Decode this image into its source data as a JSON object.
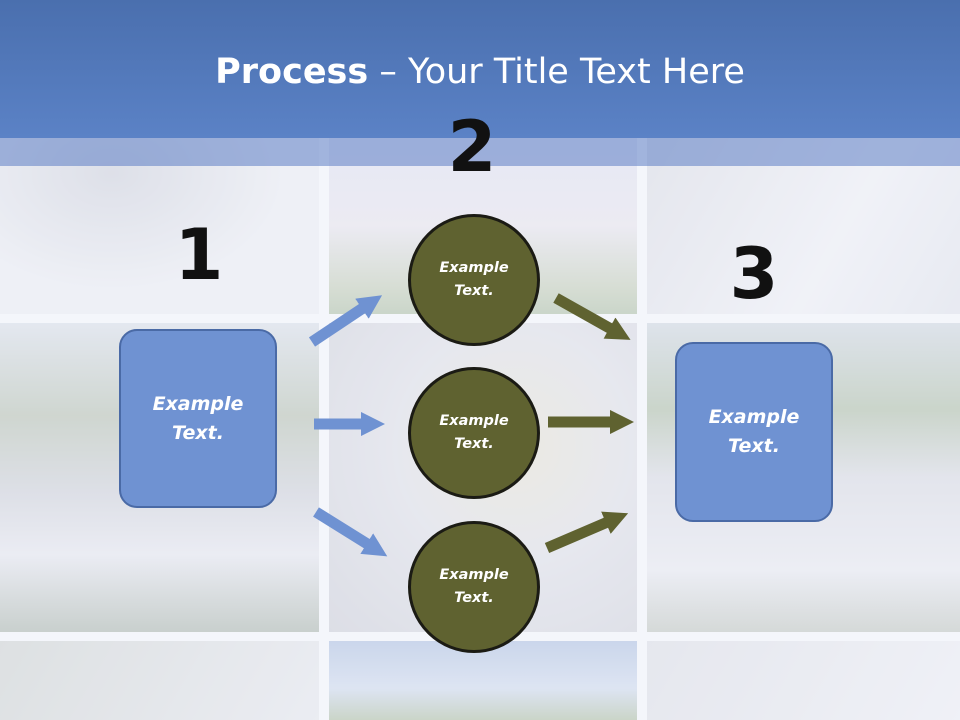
{
  "title": {
    "bold": "Process",
    "dash": " – ",
    "rest": "Your Title Text Here"
  },
  "steps": {
    "one": "1",
    "two": "2",
    "three": "3"
  },
  "boxes": {
    "left": [
      "Example",
      "Text."
    ],
    "right": [
      "Example",
      "Text."
    ]
  },
  "circles": [
    {
      "line1": "Example",
      "line2": "Text."
    },
    {
      "line1": "Example",
      "line2": "Text."
    },
    {
      "line1": "Example",
      "line2": "Text."
    }
  ],
  "colors": {
    "header": "#5b82c6",
    "box": "#6f92d2",
    "circle": "#5f6230",
    "blue_arrow": "#6f92d2",
    "olive_arrow": "#5f6230"
  }
}
